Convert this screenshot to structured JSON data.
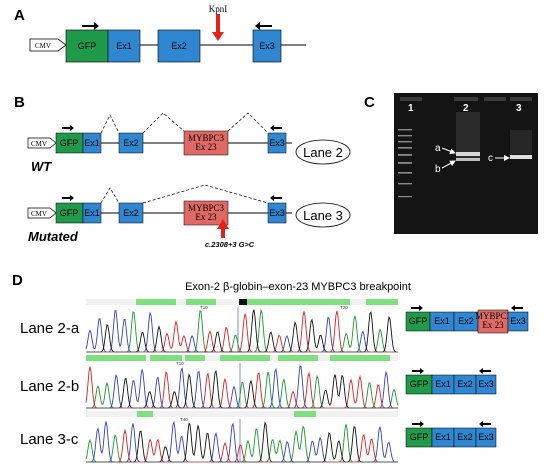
{
  "panels": {
    "a": "A",
    "b": "B",
    "c": "C",
    "d": "D"
  },
  "colors": {
    "gfp": "#1f9a4a",
    "exon": "#2f86d1",
    "mybpc3": "#e06a63",
    "arrow": "#e3221c",
    "gel": "#141414"
  },
  "panel_a": {
    "cmv": "CMV",
    "gfp": "GFP",
    "ex1": "Ex1",
    "ex2": "Ex2",
    "ex3": "Ex3",
    "site": "KpnI"
  },
  "panel_b": {
    "cmv": "CMV",
    "gfp": "GFP",
    "ex1": "Ex1",
    "ex2": "Ex2",
    "ex3": "Ex3",
    "mybpc3_line1": "MYBPC3",
    "mybpc3_line2": "Ex 23",
    "wt_label": "WT",
    "mut_label": "Mutated",
    "lane2_oval": "Lane 2",
    "lane3_oval": "Lane 3",
    "mutation": "c.2308+3 G>C"
  },
  "panel_c": {
    "lane1": "1",
    "lane2": "2",
    "lane3": "3",
    "band_a": "a",
    "band_b": "b",
    "band_c": "c"
  },
  "panel_d": {
    "title": "Exon-2 β-globin–exon-23 MYBPC3 breakpoint",
    "rows": [
      "Lane 2-a",
      "Lane 2-b",
      "Lane 3-c"
    ],
    "pos_labels": [
      "T10",
      "T20",
      "T10",
      "T40"
    ],
    "cons": {
      "gfp": "GFP",
      "ex1": "Ex1",
      "ex2": "Ex2",
      "ex3": "Ex3",
      "mybpc3_line1": "MYBPC3",
      "mybpc3_line2": "Ex 23"
    }
  }
}
